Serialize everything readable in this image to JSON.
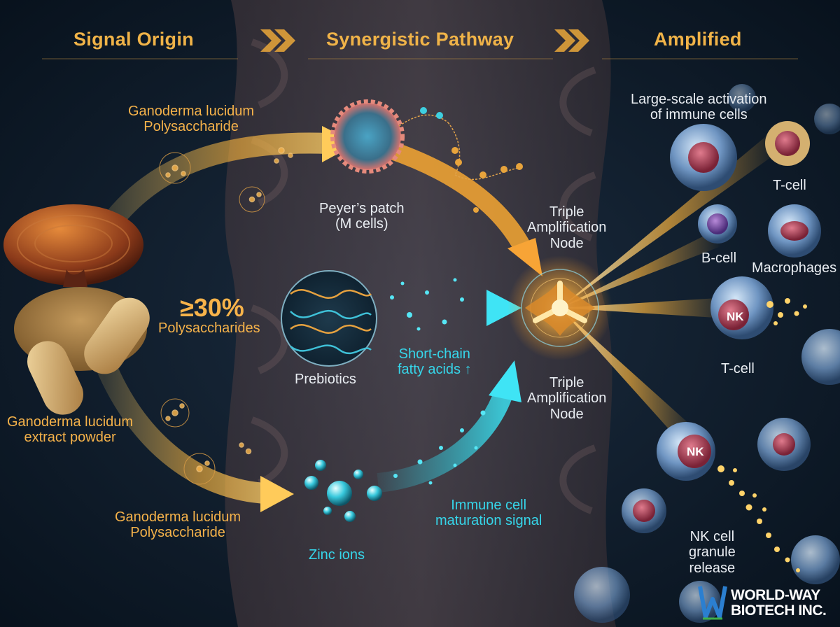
{
  "headers": {
    "origin": "Signal Origin",
    "pathway": "Synergistic Pathway",
    "amplified": "Amplified"
  },
  "labels": {
    "gl_polysaccharide_top": [
      "Ganoderma lucidum",
      "Polysaccharide"
    ],
    "peyers_patch": [
      "Peyer’s patch",
      "(M cells)"
    ],
    "concentration": "≥30%",
    "concentration_sub": "Polysaccharides",
    "extract_powder": [
      "Ganoderma lucidum",
      "extract powder"
    ],
    "gl_polysaccharide_bottom": [
      "Ganoderma lucidum",
      "Polysaccharide"
    ],
    "prebiotics": "Prebiotics",
    "scfa": [
      "Short-chain",
      "fatty acids ↑"
    ],
    "zinc": "Zinc ions",
    "maturation": [
      "Immune cell",
      "maturation signal"
    ],
    "node_top": [
      "Triple",
      "Amplification",
      "Node"
    ],
    "node_bottom": [
      "Triple",
      "Amplification",
      "Node"
    ],
    "activation": [
      "Large-scale activation",
      "of immune cells"
    ],
    "tcell_top": "T-cell",
    "bcell": "B-cell",
    "macrophages": "Macrophages",
    "tcell_mid": "T-cell",
    "nk_granule": [
      "NK cell",
      "granule",
      "release"
    ],
    "nk_badge_1": "NK",
    "nk_badge_2": "NK"
  },
  "logo": {
    "line1": "WORLD-WAY",
    "line2": "BIOTECH INC."
  },
  "colors": {
    "gold": "#f5b24a",
    "cyan": "#36d6ea",
    "background": "#0b1624"
  }
}
